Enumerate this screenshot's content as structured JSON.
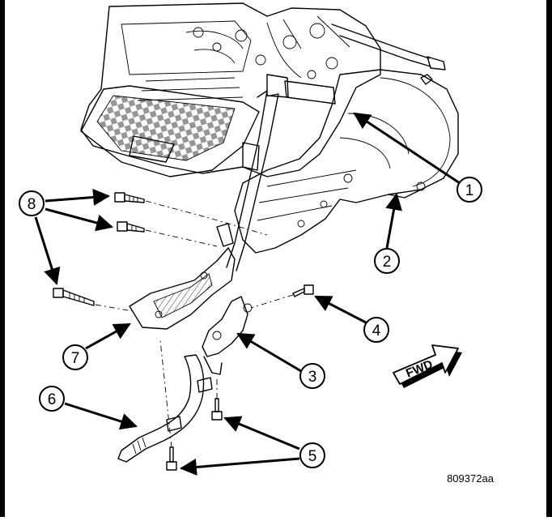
{
  "figure_id": "809372aa",
  "direction_label": "FWD",
  "callouts": [
    {
      "number": "1"
    },
    {
      "number": "2"
    },
    {
      "number": "3"
    },
    {
      "number": "4"
    },
    {
      "number": "5"
    },
    {
      "number": "6"
    },
    {
      "number": "7"
    },
    {
      "number": "8"
    }
  ]
}
